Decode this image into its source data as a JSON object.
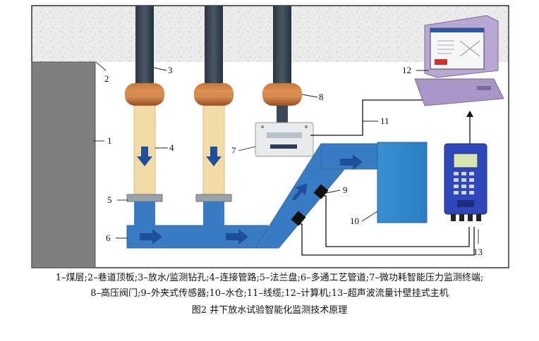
{
  "labels": {
    "n1": "1",
    "n2": "2",
    "n3": "3",
    "n4": "4",
    "n5": "5",
    "n6": "6",
    "n7": "7",
    "n8": "8",
    "n9": "9",
    "n10": "10",
    "n11": "11",
    "n12": "12",
    "n13": "13"
  },
  "legend": {
    "line1": "1–煤层;2–巷道顶板;3–放水/监测钻孔;4–连接管路;5–法兰盘;6–多通工艺管道;7–微功耗智能压力监测终端;",
    "line2": "8–高压阀门;9–外夹式传感器;10–水仓;11–线缆;12–计算机;13–超声波流量计壁挂式主机"
  },
  "figure_caption": "图2   井下放水试验智能化监测技术原理"
}
